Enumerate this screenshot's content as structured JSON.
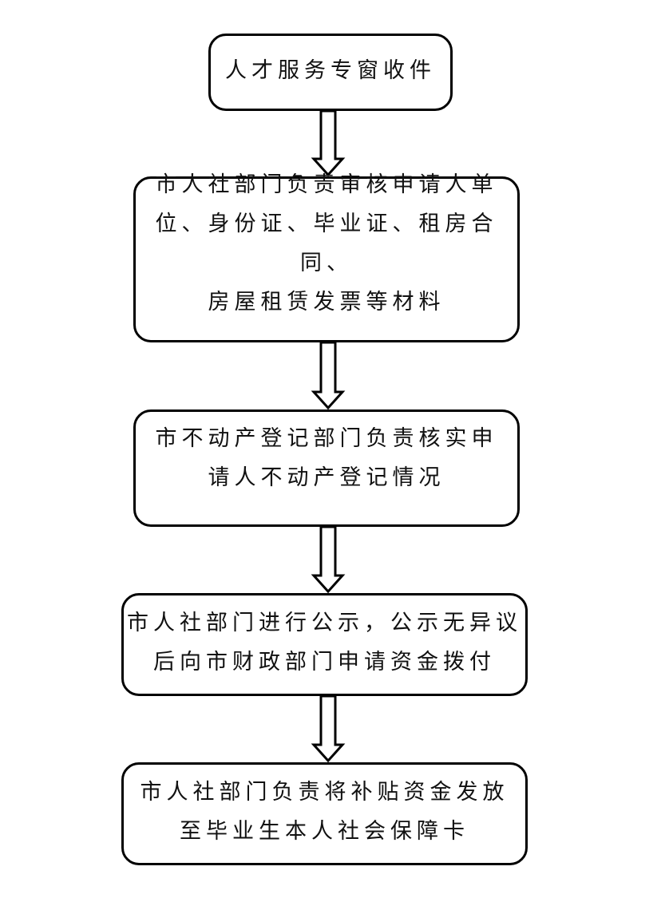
{
  "flowchart": {
    "steps": [
      {
        "text": "人才服务专窗收件"
      },
      {
        "text": "市人社部门负责审核申请人单\n位、身份证、毕业证、租房合同、\n房屋租赁发票等材料"
      },
      {
        "text": "市不动产登记部门负责核实申\n请人不动产登记情况"
      },
      {
        "text": "市人社部门进行公示，公示无异议\n后向市财政部门申请资金拨付"
      },
      {
        "text": "市人社部门负责将补贴资金发放\n至毕业生本人社会保障卡"
      }
    ],
    "connector_icon": "hollow-down-arrow",
    "colors": {
      "stroke": "#000000",
      "background": "#ffffff",
      "text": "#111111"
    }
  }
}
